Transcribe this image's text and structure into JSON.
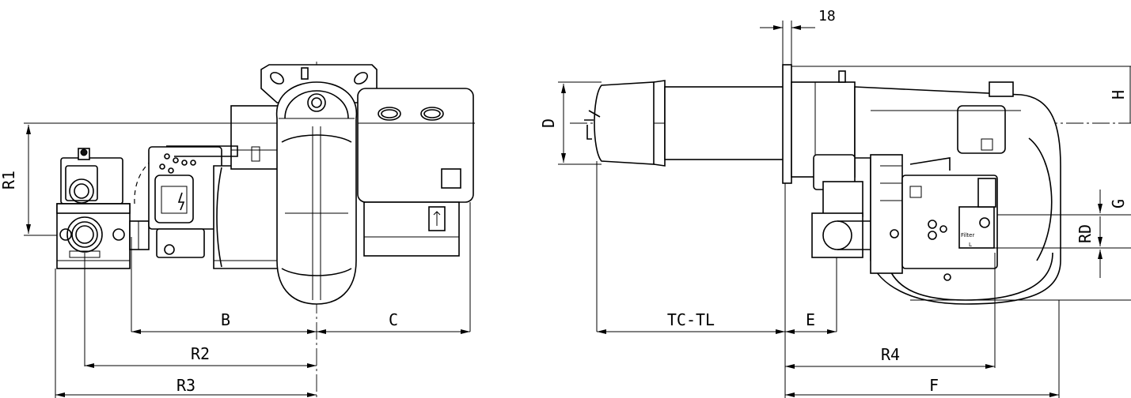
{
  "labels": {
    "r1": "R1",
    "b": "B",
    "c": "C",
    "r2": "R2",
    "r3": "R3",
    "eighteen": "18",
    "d": "D",
    "h": "H",
    "g": "G",
    "rd": "RD",
    "tc_tl": "TC-TL",
    "e": "E",
    "r4": "R4",
    "f": "F",
    "filter": "Filter",
    "l": "L"
  }
}
